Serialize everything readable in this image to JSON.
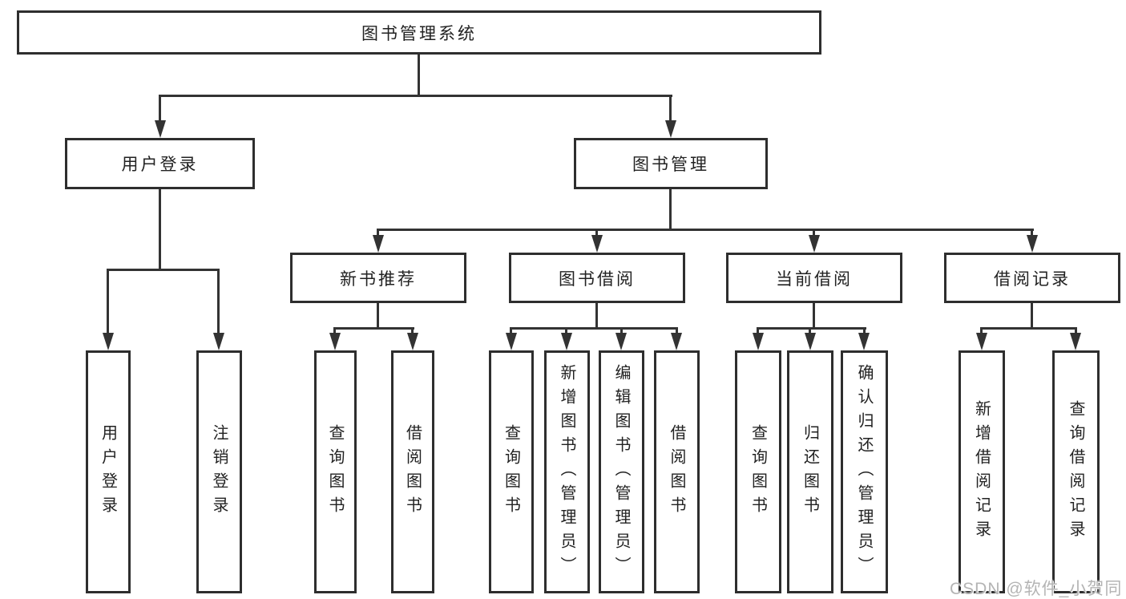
{
  "nodes": {
    "root": {
      "label": "图书管理系统"
    },
    "userLogin": {
      "label": "用户登录"
    },
    "bookMgmt": {
      "label": "图书管理"
    },
    "newBookRec": {
      "label": "新书推荐"
    },
    "bookBorrow": {
      "label": "图书借阅"
    },
    "currentBorrow": {
      "label": "当前借阅"
    },
    "borrowRecord": {
      "label": "借阅记录"
    },
    "leafUserLogin": {
      "label": "用户登录"
    },
    "leafLogout": {
      "label": "注销登录"
    },
    "leafQueryBookRec": {
      "label": "查询图书"
    },
    "leafBorrowBookRec": {
      "label": "借阅图书"
    },
    "leafQueryBookBorrow": {
      "label": "查询图书"
    },
    "leafAddBook": {
      "label": "新增图书（管理员）"
    },
    "leafEditBook": {
      "label": "编辑图书（管理员）"
    },
    "leafBorrowBook": {
      "label": "借阅图书"
    },
    "leafQueryBookCurrent": {
      "label": "查询图书"
    },
    "leafReturnBook": {
      "label": "归还图书"
    },
    "leafConfirmReturn": {
      "label": "确认归还（管理员）"
    },
    "leafAddBorrowRecord": {
      "label": "新增借阅记录"
    },
    "leafQueryBorrowRecord": {
      "label": "查询借阅记录"
    }
  },
  "hierarchy": {
    "图书管理系统": {
      "用户登录": [
        "用户登录",
        "注销登录"
      ],
      "图书管理": {
        "新书推荐": [
          "查询图书",
          "借阅图书"
        ],
        "图书借阅": [
          "查询图书",
          "新增图书（管理员）",
          "编辑图书（管理员）",
          "借阅图书"
        ],
        "当前借阅": [
          "查询图书",
          "归还图书",
          "确认归还（管理员）"
        ],
        "借阅记录": [
          "新增借阅记录",
          "查询借阅记录"
        ]
      }
    }
  },
  "watermark": {
    "text": "CSDN @软件_小贺同学"
  },
  "colors": {
    "line": "#333333",
    "border": "#2e2e2e",
    "box_fill": "#ffffff",
    "text": "#222222",
    "background": "#ffffff",
    "watermark": "#b4b4b4"
  }
}
